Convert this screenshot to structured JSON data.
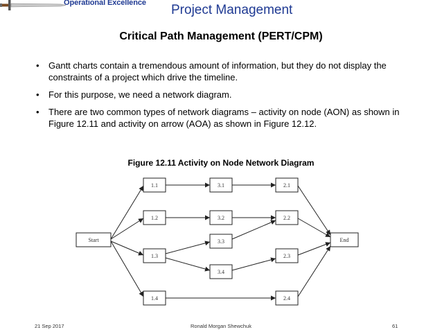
{
  "header": {
    "brand": "Operational Excellence",
    "title": "Project Management"
  },
  "slide": {
    "subtitle": "Critical Path Management (PERT/CPM)",
    "bullets": [
      "Gantt charts contain a tremendous amount of information, but they do not display the constraints of a project which drive the timeline.",
      "For this purpose, we need a network diagram.",
      "There are two common types of network diagrams – activity on node (AON) as shown in Figure 12.11 and activity on arrow (AOA) as shown in Figure 12.12."
    ],
    "figure_title": "Figure 12.11  Activity on Node Network Diagram"
  },
  "diagram": {
    "nodes": {
      "start": "Start",
      "n1_1": "1.1",
      "n1_2": "1.2",
      "n1_3": "1.3",
      "n1_4": "1.4",
      "n3_1": "3.1",
      "n3_2": "3.2",
      "n3_3": "3.3",
      "n3_4": "3.4",
      "n2_1": "2.1",
      "n2_2": "2.2",
      "n2_3": "2.3",
      "n2_4": "2.4",
      "end": "End"
    }
  },
  "footer": {
    "date": "21 Sep 2017",
    "author": "Ronald Morgan Shewchuk",
    "page": "61"
  }
}
